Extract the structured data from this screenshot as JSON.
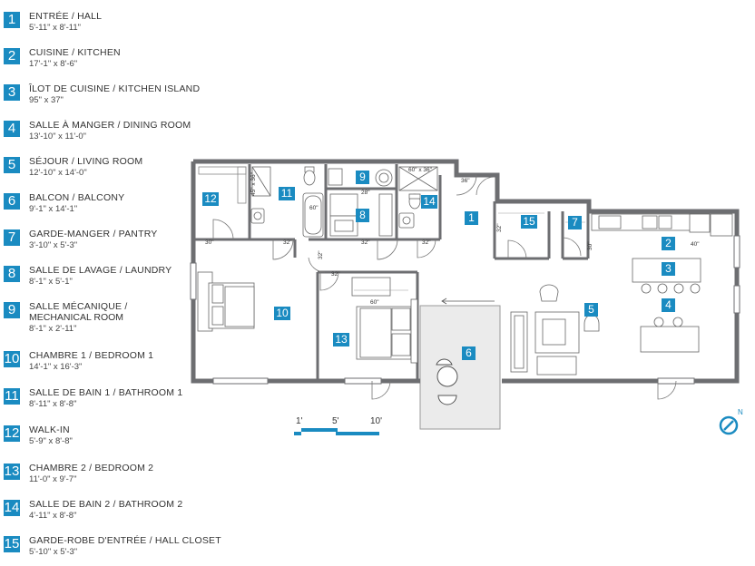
{
  "legend": [
    {
      "num": "1",
      "name": "ENTRÉE / HALL",
      "dim": "5'-11\" x 8'-11\""
    },
    {
      "num": "2",
      "name": "CUISINE / KITCHEN",
      "dim": "17'-1\" x 8'-6\""
    },
    {
      "num": "3",
      "name": "ÎLOT DE CUISINE / KITCHEN ISLAND",
      "dim": "95\" x 37\""
    },
    {
      "num": "4",
      "name": "SALLE À MANGER / DINING ROOM",
      "dim": "13'-10\" x 11'-0\""
    },
    {
      "num": "5",
      "name": "SÉJOUR / LIVING ROOM",
      "dim": "12'-10\" x 14'-0\""
    },
    {
      "num": "6",
      "name": "BALCON / BALCONY",
      "dim": "9'-1\" x 14'-1\""
    },
    {
      "num": "7",
      "name": "GARDE-MANGER / PANTRY",
      "dim": "3'-10\" x 5'-3\""
    },
    {
      "num": "8",
      "name": "SALLE DE LAVAGE / LAUNDRY",
      "dim": "8'-1\" x 5'-1\""
    },
    {
      "num": "9",
      "name": "SALLE MÉCANIQUE /",
      "name2": "MECHANICAL ROOM",
      "dim": "8'-1\" x 2'-11\""
    },
    {
      "num": "10",
      "name": "CHAMBRE 1 / BEDROOM 1",
      "dim": "14'-1\" x 16'-3\""
    },
    {
      "num": "11",
      "name": "SALLE DE BAIN 1 / BATHROOM 1",
      "dim": "8'-11\" x 8'-8\""
    },
    {
      "num": "12",
      "name": "WALK-IN",
      "dim": "5'-9\" x 8'-8\""
    },
    {
      "num": "13",
      "name": "CHAMBRE 2 / BEDROOM 2",
      "dim": "11'-0\" x 9'-7\""
    },
    {
      "num": "14",
      "name": "SALLE DE BAIN 2 / BATHROOM 2",
      "dim": "4'-11\" x 8'-8\""
    },
    {
      "num": "15",
      "name": "GARDE-ROBE D'ENTRÉE / HALL CLOSET",
      "dim": "5'-10\" x 5'-3\""
    }
  ],
  "plan_labels": {
    "r1": "1",
    "r2": "2",
    "r3": "3",
    "r4": "4",
    "r5": "5",
    "r6": "6",
    "r7": "7",
    "r8": "8",
    "r9": "9",
    "r10": "10",
    "r11": "11",
    "r12": "12",
    "r13": "13",
    "r14": "14",
    "r15": "15"
  },
  "plan_notes": {
    "n36": "36\"",
    "n60x36": "60\" x 36\"",
    "n28": "28\"",
    "n60a": "60\"",
    "n45x36": "45\" x 36\"",
    "n30": "30\"",
    "n32a": "32\"",
    "n32b": "32\"",
    "n32c": "32\"",
    "n32d": "32\"",
    "n32e": "32\"",
    "n32f": "32\"",
    "n60b": "60\"",
    "n40": "40\"",
    "n30b": "30\"",
    "n32g": "32\""
  },
  "scale": {
    "s1": "1'",
    "s5": "5'",
    "s10": "10'"
  },
  "compass": {
    "label": "N"
  },
  "colors": {
    "accent": "#1a8bc1",
    "wall": "#6d6e71",
    "balcony": "#e8e8e8"
  }
}
